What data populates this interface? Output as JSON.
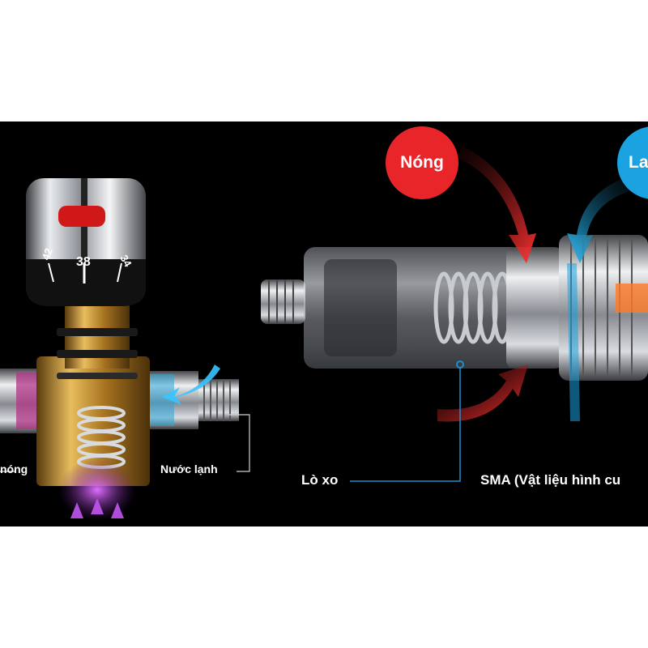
{
  "labels": {
    "hot_water_left": "nóng",
    "cold_water": "Nước lạnh",
    "spring": "Lò xo",
    "sma": "SMA (Vật liệu hình cu",
    "hot_badge": "Nóng",
    "cold_badge": "La"
  },
  "dial": {
    "mark_left": "42",
    "mark_mid": "38",
    "mark_right": "34"
  },
  "colors": {
    "background": "#000000",
    "hot": "#e8262a",
    "cold": "#1aa3e0",
    "brass": "#c99a3c",
    "chrome": "#c8ccd2",
    "leader_line": "#1b8fd1"
  }
}
